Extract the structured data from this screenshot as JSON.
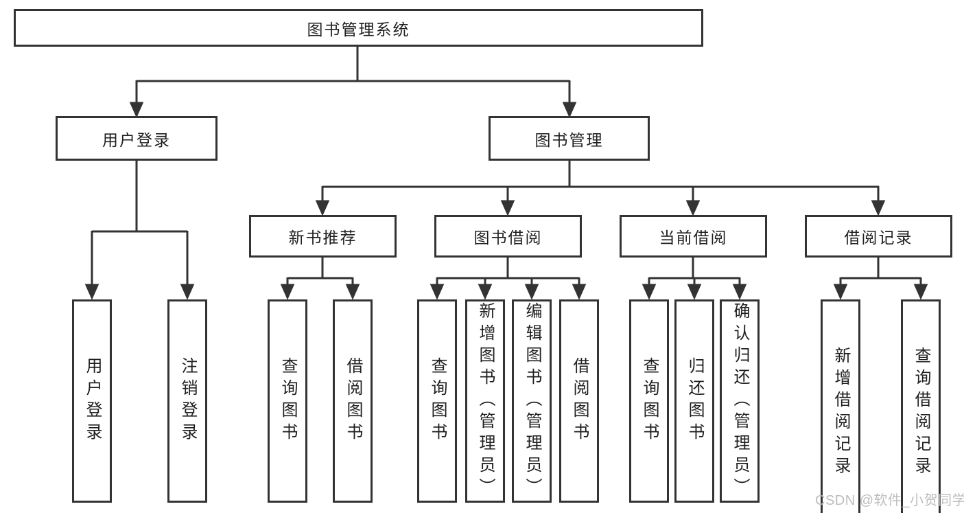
{
  "diagram": {
    "type": "hierarchy",
    "root": {
      "label": "图书管理系统"
    },
    "branches": [
      {
        "label": "用户登录",
        "leaves": [
          {
            "label": "用户登录"
          },
          {
            "label": "注销登录"
          }
        ]
      },
      {
        "label": "图书管理",
        "groups": [
          {
            "label": "新书推荐",
            "leaves": [
              {
                "label": "查询图书"
              },
              {
                "label": "借阅图书"
              }
            ]
          },
          {
            "label": "图书借阅",
            "leaves": [
              {
                "label": "查询图书"
              },
              {
                "label": "新增图书（管理员）"
              },
              {
                "label": "编辑图书（管理员）"
              },
              {
                "label": "借阅图书"
              }
            ]
          },
          {
            "label": "当前借阅",
            "leaves": [
              {
                "label": "查询图书"
              },
              {
                "label": "归还图书"
              },
              {
                "label": "确认归还（管理员）"
              }
            ]
          },
          {
            "label": "借阅记录",
            "leaves": [
              {
                "label": "新增借阅记录"
              },
              {
                "label": "查询借阅记录"
              }
            ]
          }
        ]
      }
    ]
  },
  "watermark": {
    "text": "CSDN @软件_小贺同学"
  },
  "colors": {
    "line": "#333333",
    "text": "#1f1f1f",
    "box_background": "#ffffff",
    "watermark": "#bdbdbd"
  }
}
